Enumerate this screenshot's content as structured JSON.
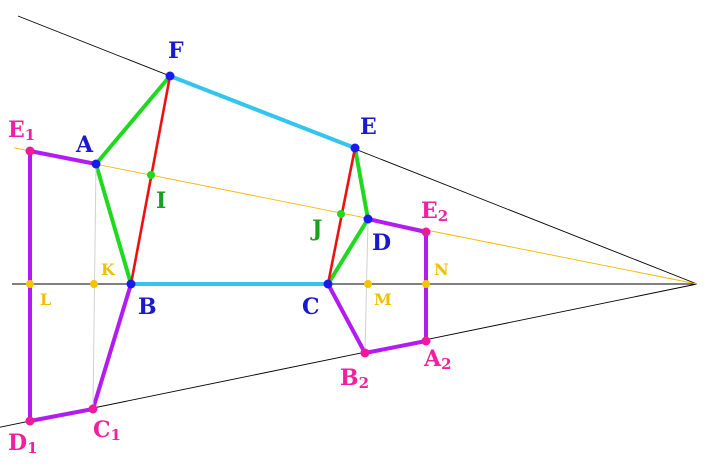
{
  "colors": {
    "thin_line": "#000000",
    "orange_line": "#f5b800",
    "cyan": "#33c5f0",
    "green": "#1ed91e",
    "red": "#ee1111",
    "purple": "#b21cf0",
    "pale": "#d0d0d0",
    "blue_label": "#1a1acc",
    "magenta_label": "#f020a0",
    "yellow_label": "#f0c000",
    "green_label": "#1aa01a",
    "blue_dot": "#1a1aee",
    "magenta_dot": "#ee1a9a",
    "yellow_dot": "#f5c400",
    "green_dot": "#1ed91e"
  },
  "points": {
    "F": {
      "label": "F",
      "sub": "",
      "dot": "blue_dot",
      "text": "blue_label"
    },
    "E": {
      "label": "E",
      "sub": "",
      "dot": "blue_dot",
      "text": "blue_label"
    },
    "A": {
      "label": "A",
      "sub": "",
      "dot": "blue_dot",
      "text": "blue_label"
    },
    "B": {
      "label": "B",
      "sub": "",
      "dot": "blue_dot",
      "text": "blue_label"
    },
    "C": {
      "label": "C",
      "sub": "",
      "dot": "blue_dot",
      "text": "blue_label"
    },
    "D": {
      "label": "D",
      "sub": "",
      "dot": "blue_dot",
      "text": "blue_label"
    },
    "I": {
      "label": "I",
      "sub": "",
      "dot": "green_dot",
      "text": "green_label"
    },
    "J": {
      "label": "J",
      "sub": "",
      "dot": "green_dot",
      "text": "green_label"
    },
    "K": {
      "label": "K",
      "sub": "",
      "dot": "yellow_dot",
      "text": "yellow_label"
    },
    "L": {
      "label": "L",
      "sub": "",
      "dot": "yellow_dot",
      "text": "yellow_label"
    },
    "M": {
      "label": "M",
      "sub": "",
      "dot": "yellow_dot",
      "text": "yellow_label"
    },
    "N": {
      "label": "N",
      "sub": "",
      "dot": "yellow_dot",
      "text": "yellow_label"
    },
    "E1": {
      "label": "E",
      "sub": "1",
      "dot": "magenta_dot",
      "text": "magenta_label"
    },
    "D1": {
      "label": "D",
      "sub": "1",
      "dot": "magenta_dot",
      "text": "magenta_label"
    },
    "C1": {
      "label": "C",
      "sub": "1",
      "dot": "magenta_dot",
      "text": "magenta_label"
    },
    "E2": {
      "label": "E",
      "sub": "2",
      "dot": "magenta_dot",
      "text": "magenta_label"
    },
    "B2": {
      "label": "B",
      "sub": "2",
      "dot": "magenta_dot",
      "text": "magenta_label"
    },
    "A2": {
      "label": "A",
      "sub": "2",
      "dot": "magenta_dot",
      "text": "magenta_label"
    }
  },
  "segments": [
    {
      "from": "F",
      "to": "E",
      "color": "cyan",
      "kind": "thick"
    },
    {
      "from": "B",
      "to": "C",
      "color": "cyan",
      "kind": "thick"
    },
    {
      "from": "F",
      "to": "A",
      "color": "green",
      "kind": "thick"
    },
    {
      "from": "A",
      "to": "B",
      "color": "green",
      "kind": "thick"
    },
    {
      "from": "E",
      "to": "D",
      "color": "green",
      "kind": "thick"
    },
    {
      "from": "D",
      "to": "C",
      "color": "green",
      "kind": "thick"
    },
    {
      "from": "F",
      "to": "B",
      "color": "red",
      "kind": "medium"
    },
    {
      "from": "E",
      "to": "C",
      "color": "red",
      "kind": "medium"
    },
    {
      "from": "E1",
      "to": "A",
      "color": "purple",
      "kind": "thick"
    },
    {
      "from": "E1",
      "to": "D1",
      "color": "purple",
      "kind": "thick"
    },
    {
      "from": "D1",
      "to": "C1",
      "color": "purple",
      "kind": "thick"
    },
    {
      "from": "C1",
      "to": "B",
      "color": "purple",
      "kind": "thick"
    },
    {
      "from": "D",
      "to": "E2",
      "color": "purple",
      "kind": "thick"
    },
    {
      "from": "E2",
      "to": "A2",
      "color": "purple",
      "kind": "thick"
    },
    {
      "from": "A2",
      "to": "B2",
      "color": "purple",
      "kind": "thick"
    },
    {
      "from": "B2",
      "to": "C",
      "color": "purple",
      "kind": "thick"
    },
    {
      "from": "A",
      "to": "C1",
      "color": "pale",
      "kind": "hair"
    },
    {
      "from": "D",
      "to": "B2",
      "color": "pale",
      "kind": "hair"
    }
  ]
}
